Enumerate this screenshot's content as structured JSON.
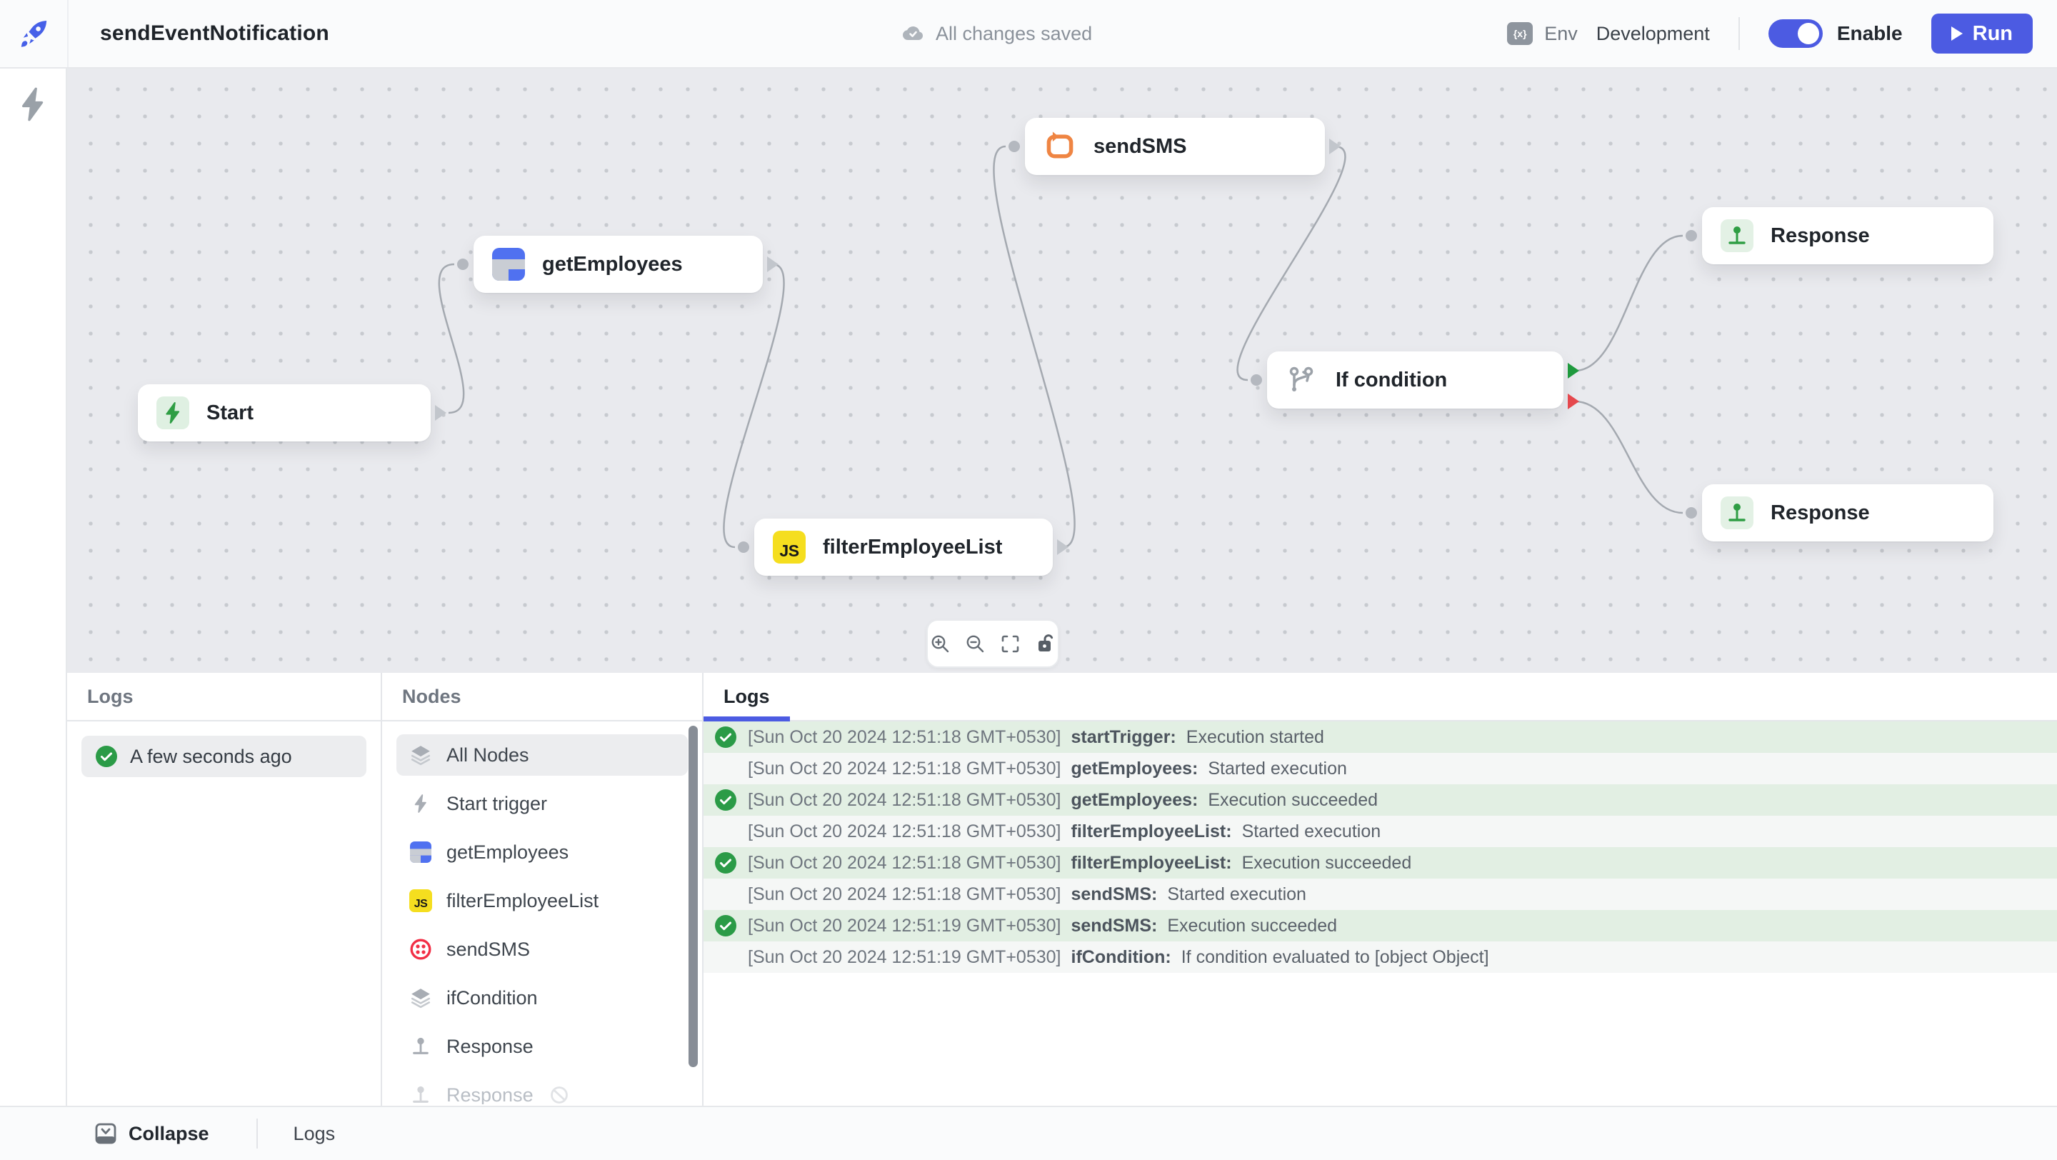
{
  "topbar": {
    "title": "sendEventNotification",
    "save_status": "All changes saved",
    "env_icon_text": "{x}",
    "env_label": "Env",
    "env_value": "Development",
    "enable_label": "Enable",
    "run_label": "Run"
  },
  "canvas": {
    "nodes": [
      {
        "label": "Start"
      },
      {
        "label": "getEmployees"
      },
      {
        "label": "sendSMS"
      },
      {
        "label": "filterEmployeeList"
      },
      {
        "label": "If condition"
      },
      {
        "label": "Response"
      },
      {
        "label": "Response"
      }
    ],
    "js_icon_text": "JS"
  },
  "panel": {
    "history_header": "Logs",
    "nodes_header": "Nodes",
    "logs_tab": "Logs",
    "history_items": [
      {
        "label": "A few seconds ago"
      }
    ],
    "node_filters": [
      {
        "label": "All Nodes"
      },
      {
        "label": "Start trigger"
      },
      {
        "label": "getEmployees"
      },
      {
        "label": "filterEmployeeList"
      },
      {
        "label": "sendSMS"
      },
      {
        "label": "ifCondition"
      },
      {
        "label": "Response"
      },
      {
        "label": "Response"
      }
    ],
    "log_entries": [
      {
        "timestamp": "[Sun Oct 20 2024 12:51:18 GMT+0530]",
        "node": "startTrigger:",
        "message": "Execution started",
        "success": true
      },
      {
        "timestamp": "[Sun Oct 20 2024 12:51:18 GMT+0530]",
        "node": "getEmployees:",
        "message": "Started execution",
        "success": false
      },
      {
        "timestamp": "[Sun Oct 20 2024 12:51:18 GMT+0530]",
        "node": "getEmployees:",
        "message": "Execution succeeded",
        "success": true
      },
      {
        "timestamp": "[Sun Oct 20 2024 12:51:18 GMT+0530]",
        "node": "filterEmployeeList:",
        "message": "Started execution",
        "success": false
      },
      {
        "timestamp": "[Sun Oct 20 2024 12:51:18 GMT+0530]",
        "node": "filterEmployeeList:",
        "message": "Execution succeeded",
        "success": true
      },
      {
        "timestamp": "[Sun Oct 20 2024 12:51:18 GMT+0530]",
        "node": "sendSMS:",
        "message": "Started execution",
        "success": false
      },
      {
        "timestamp": "[Sun Oct 20 2024 12:51:19 GMT+0530]",
        "node": "sendSMS:",
        "message": "Execution succeeded",
        "success": true
      },
      {
        "timestamp": "[Sun Oct 20 2024 12:51:19 GMT+0530]",
        "node": "ifCondition:",
        "message": "If condition evaluated to [object Object]",
        "success": false
      }
    ]
  },
  "footer": {
    "collapse_label": "Collapse",
    "logs_label": "Logs"
  },
  "colors": {
    "primary_blue": "#4C5BE2",
    "success_green": "#2B9B47",
    "error_red": "#E5484D",
    "twilio_red": "#F22F46",
    "js_yellow": "#F5DE1F",
    "loop_orange": "#EF8543",
    "table_blue": "#5071F0",
    "canvas_bg": "#E9EAEE",
    "log_row_green": "#E2EFE3"
  }
}
